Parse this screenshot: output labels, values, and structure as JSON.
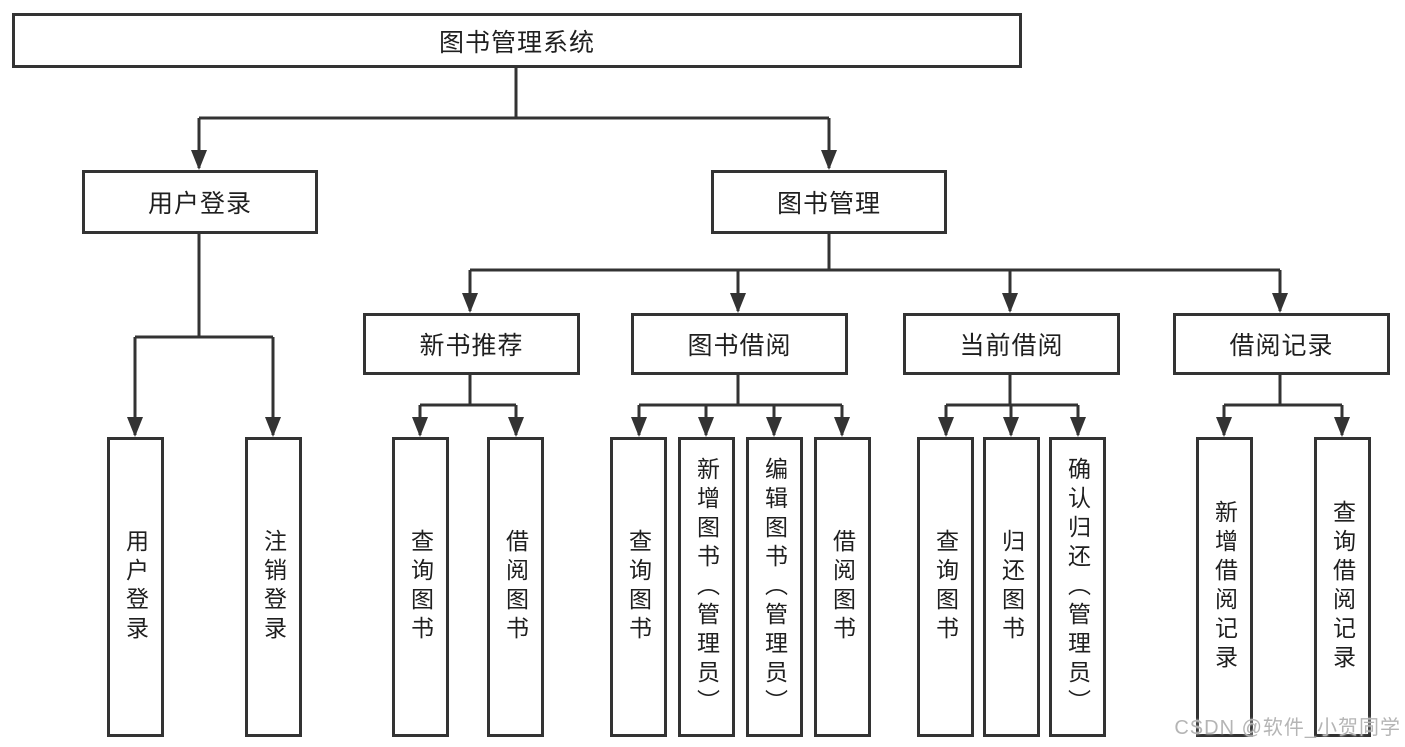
{
  "diagram": {
    "root": {
      "label": "图书管理系统"
    },
    "level2": [
      {
        "id": "user-login",
        "label": "用户登录"
      },
      {
        "id": "book-management",
        "label": "图书管理"
      }
    ],
    "level3": [
      {
        "id": "new-book-recommend",
        "label": "新书推荐"
      },
      {
        "id": "book-borrow",
        "label": "图书借阅"
      },
      {
        "id": "current-borrow",
        "label": "当前借阅"
      },
      {
        "id": "borrow-records",
        "label": "借阅记录"
      }
    ],
    "leaves": [
      {
        "parent": "用户登录",
        "label": "用户登录"
      },
      {
        "parent": "用户登录",
        "label": "注销登录"
      },
      {
        "parent": "新书推荐",
        "label": "查询图书"
      },
      {
        "parent": "新书推荐",
        "label": "借阅图书"
      },
      {
        "parent": "图书借阅",
        "label": "查询图书"
      },
      {
        "parent": "图书借阅",
        "label": "新增图书（管理员）"
      },
      {
        "parent": "图书借阅",
        "label": "编辑图书（管理员）"
      },
      {
        "parent": "图书借阅",
        "label": "借阅图书"
      },
      {
        "parent": "当前借阅",
        "label": "查询图书"
      },
      {
        "parent": "当前借阅",
        "label": "归还图书"
      },
      {
        "parent": "当前借阅",
        "label": "确认归还（管理员）"
      },
      {
        "parent": "借阅记录",
        "label": "新增借阅记录"
      },
      {
        "parent": "借阅记录",
        "label": "查询借阅记录"
      }
    ],
    "watermark": "CSDN @软件_小贺同学",
    "colors": {
      "line": "#333333",
      "text": "#1f1f1f",
      "background": "#ffffff",
      "watermark": "#b5b5b5"
    }
  }
}
